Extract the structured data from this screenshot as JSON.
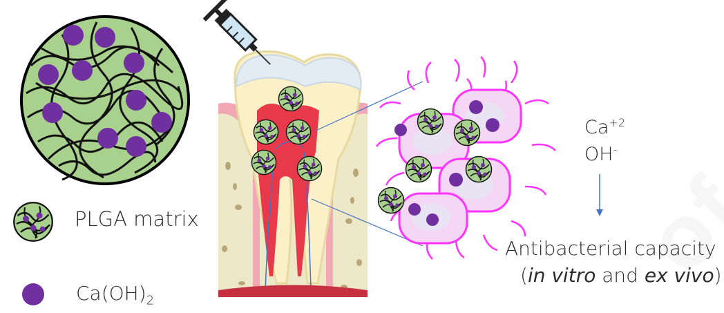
{
  "legend": {
    "plga_label": "PLGA matrix",
    "caoh_label": "Ca(OH)",
    "caoh_sub": "2"
  },
  "ions": {
    "ca": "Ca",
    "ca_charge": "+2",
    "oh": "OH",
    "oh_charge": "-"
  },
  "result": {
    "line1": "Antibacterial capacity",
    "line2_open": "(",
    "line2_italic_a": "in vitro",
    "line2_mid": " and ",
    "line2_italic_b": "ex vivo",
    "line2_close": ")"
  },
  "watermark": "of",
  "colors": {
    "matrix_green": "#a9d18e",
    "particle_purple": "#7030a0",
    "bacteria_magenta": "#ff33ff",
    "bacteria_fill": "#f5d6f5",
    "arrow_blue": "#4472c4"
  }
}
